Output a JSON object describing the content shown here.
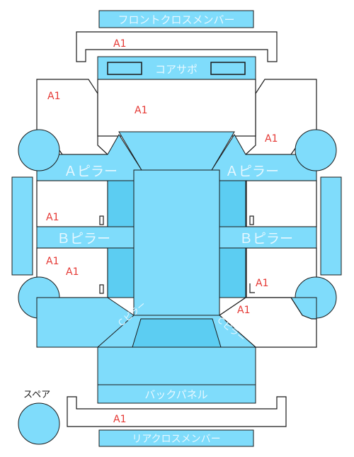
{
  "parts": {
    "front_cross_member": "フロントクロスメンバー",
    "core_support": "コアサポ",
    "a_pillar_left": "Ａピラー",
    "a_pillar_right": "Ａピラー",
    "b_pillar_left": "Ｂピラー",
    "b_pillar_right": "Ｂピラー",
    "back_panel": "バックパネル",
    "rear_cross_member": "リアクロスメンバー",
    "spare": "スペア",
    "corner_left": "Ｃピラー",
    "corner_right": "Ｃピラー"
  },
  "damage_marks": [
    {
      "id": "front-cross-member",
      "code": "A1"
    },
    {
      "id": "front-left-inner",
      "code": "A1"
    },
    {
      "id": "hood-area",
      "code": "A1"
    },
    {
      "id": "front-right-inner",
      "code": "A1"
    },
    {
      "id": "left-side-upper",
      "code": "A1"
    },
    {
      "id": "left-side-lower-1",
      "code": "A1"
    },
    {
      "id": "left-side-lower-2",
      "code": "A1"
    },
    {
      "id": "right-side-lower",
      "code": "A1"
    },
    {
      "id": "right-rear",
      "code": "A1"
    },
    {
      "id": "rear-cross-member",
      "code": "A1"
    }
  ],
  "colors": {
    "panel": "#7fdcfb",
    "panel_dark": "#5ccdf2",
    "mark": "#e53935"
  }
}
